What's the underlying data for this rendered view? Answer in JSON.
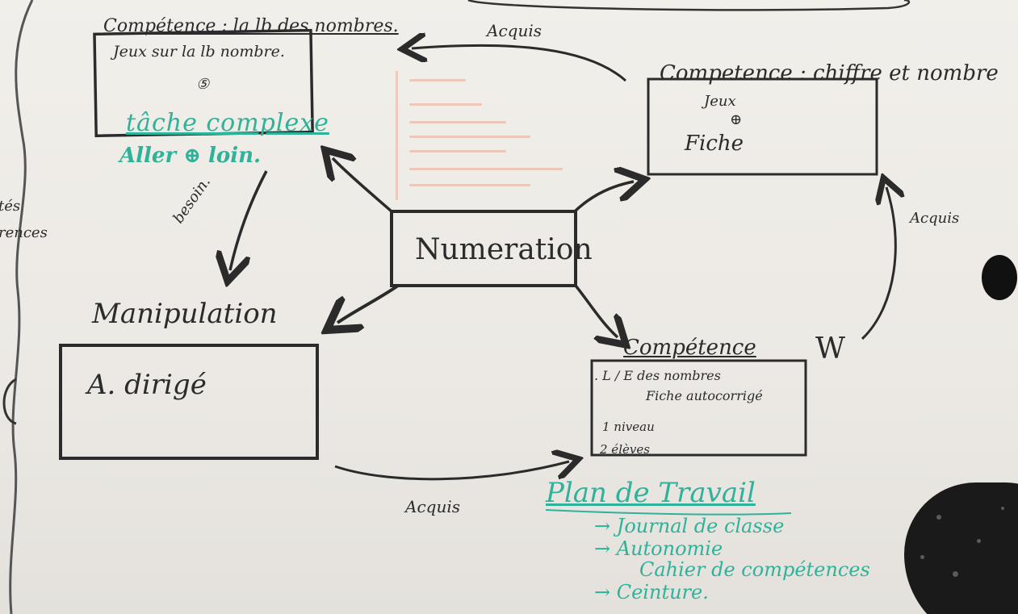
{
  "top_competence": {
    "title": "Compétence : la lb des nombres.",
    "game_line": "Jeux sur la lb nombre.",
    "number_mark": "⑤",
    "complex_task": "tâche complexe",
    "go_further": "Aller ⊕ loin."
  },
  "right_competence": {
    "title": "Competence : chiffre et nombre",
    "games": "Jeux",
    "number_mark": "⊕",
    "sheet": "Fiche"
  },
  "center": {
    "label": "Numeration"
  },
  "manipulation": {
    "title": "Manipulation",
    "box_text": "A. dirigé"
  },
  "bottom_competence": {
    "title": "Compétence",
    "line1": ". L / E des nombres",
    "line2": "Fiche autocorrigé",
    "line3": "1 niveau",
    "line4": "2 élèves",
    "side_mark": "W"
  },
  "arrow_labels": {
    "acquis_top": "Acquis",
    "acquis_right": "Acquis",
    "acquis_bottom": "Acquis",
    "besoin": "besoin."
  },
  "plan": {
    "title": "Plan de Travail",
    "items": [
      "→ Journal de classe",
      "→ Autonomie",
      "Cahier de compétences",
      "→ Ceinture."
    ]
  },
  "left_edge": {
    "line1": "tés",
    "line2": "rences"
  },
  "colors": {
    "ink": "#2b2b2b",
    "green_ink": "#2fb29a",
    "paper": "#efece7"
  }
}
